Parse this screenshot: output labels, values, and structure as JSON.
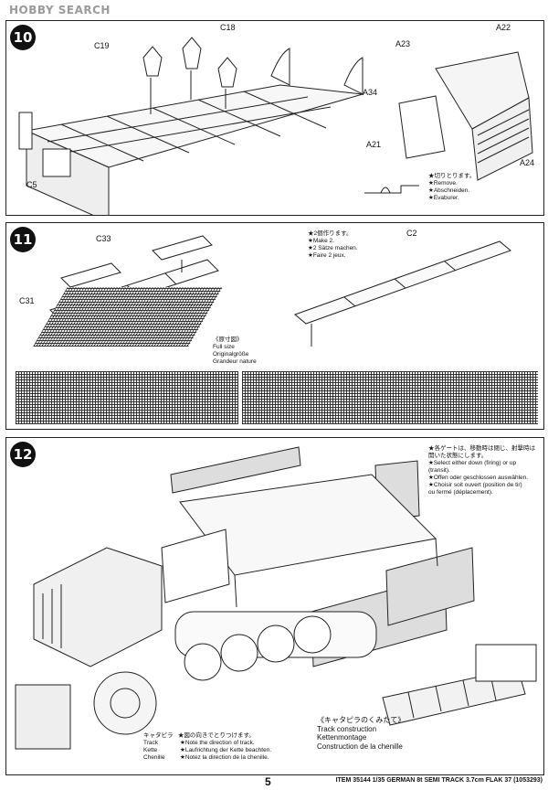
{
  "watermark": "HOBBY SEARCH",
  "step10": {
    "number": "10",
    "labels": {
      "c19": "C19",
      "c18": "C18",
      "c5": "C5",
      "a23": "A23",
      "a22": "A22",
      "a34": "A34",
      "a21": "A21",
      "a24": "A24"
    },
    "remove_note": [
      "★切りとります。",
      "★Remove.",
      "★Abschneiden.",
      "★Evaburer."
    ]
  },
  "step11": {
    "number": "11",
    "labels": {
      "c33": "C33",
      "c31": "C31",
      "c2": "C2"
    },
    "make_two": [
      "★2個作ります。",
      "★Make 2.",
      "★2 Sätze machen.",
      "★Faire 2 jeux."
    ],
    "full_size": [
      "《原寸図》",
      "Full size",
      "Originalgröße",
      "Grandeur nature"
    ]
  },
  "step12": {
    "number": "12",
    "gate_note": [
      "★各ゲートは、移動時は閉じ、射撃時は",
      "開いた状態にします。",
      "★Select either down (firing) or up",
      "(transit).",
      "★Offen oder geschlossen auswählen.",
      "★Choisir soit ouvert (position de tir)",
      "ou fermé (déplacement)."
    ],
    "track_direction": {
      "heading": "キャタピラ",
      "rows": [
        {
          "term": "Track",
          "note": "★Note the direction of track."
        },
        {
          "term": "Kette",
          "note": "★Laufrichtung der Kette beachten."
        },
        {
          "term": "Chenille",
          "note": "★Notez la direction de la chenille."
        }
      ],
      "jp_note": "★図の向きでとりつけます。"
    },
    "track_construction": [
      "《キャタピラのくみたて》",
      "Track construction",
      "Kettenmontage",
      "Construction de la chenille"
    ]
  },
  "footer": {
    "page": "5",
    "item": "ITEM 35144  1/35 GERMAN 8t SEMI TRACK 3.7cm FLAK 37 (1053293)"
  }
}
